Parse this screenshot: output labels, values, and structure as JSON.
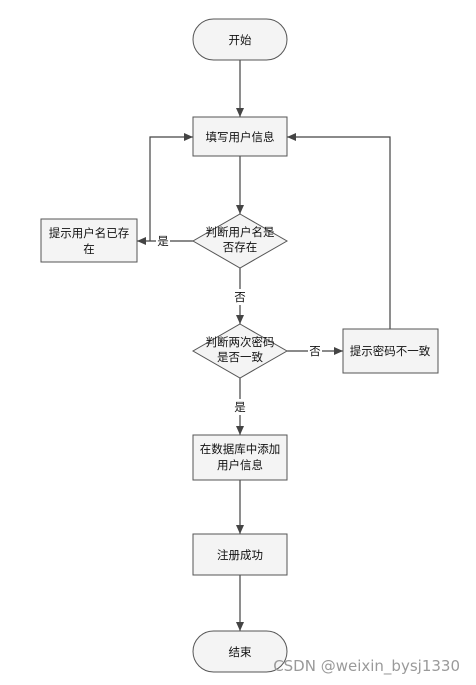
{
  "nodes": {
    "start": "开始",
    "fill_info": "填写用户信息",
    "check_name": [
      "判断用户名是",
      "否存在"
    ],
    "name_exists": [
      "提示用户名已存",
      "在"
    ],
    "check_pwd": [
      "判断两次密码",
      "是否一致"
    ],
    "pwd_mismatch": "提示密码不一致",
    "save_db": [
      "在数据库中添加",
      "用户信息"
    ],
    "success": "注册成功",
    "end": "结束"
  },
  "edges": {
    "name_yes": "是",
    "name_no": "否",
    "pwd_no": "否",
    "pwd_yes": "是"
  },
  "watermark": "CSDN @weixin_bysj1330"
}
